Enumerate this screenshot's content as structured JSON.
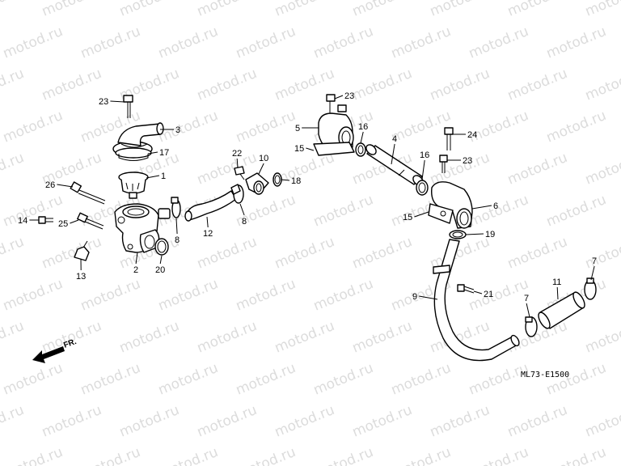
{
  "watermark": "motod.ru",
  "direction_label": "FR.",
  "reference_code": "ML73-E1500",
  "callouts": [
    "1",
    "2",
    "3",
    "4",
    "5",
    "6",
    "7",
    "8",
    "9",
    "10",
    "11",
    "12",
    "13",
    "14",
    "15",
    "16",
    "17",
    "18",
    "19",
    "20",
    "21",
    "22",
    "23",
    "24",
    "25",
    "26"
  ]
}
